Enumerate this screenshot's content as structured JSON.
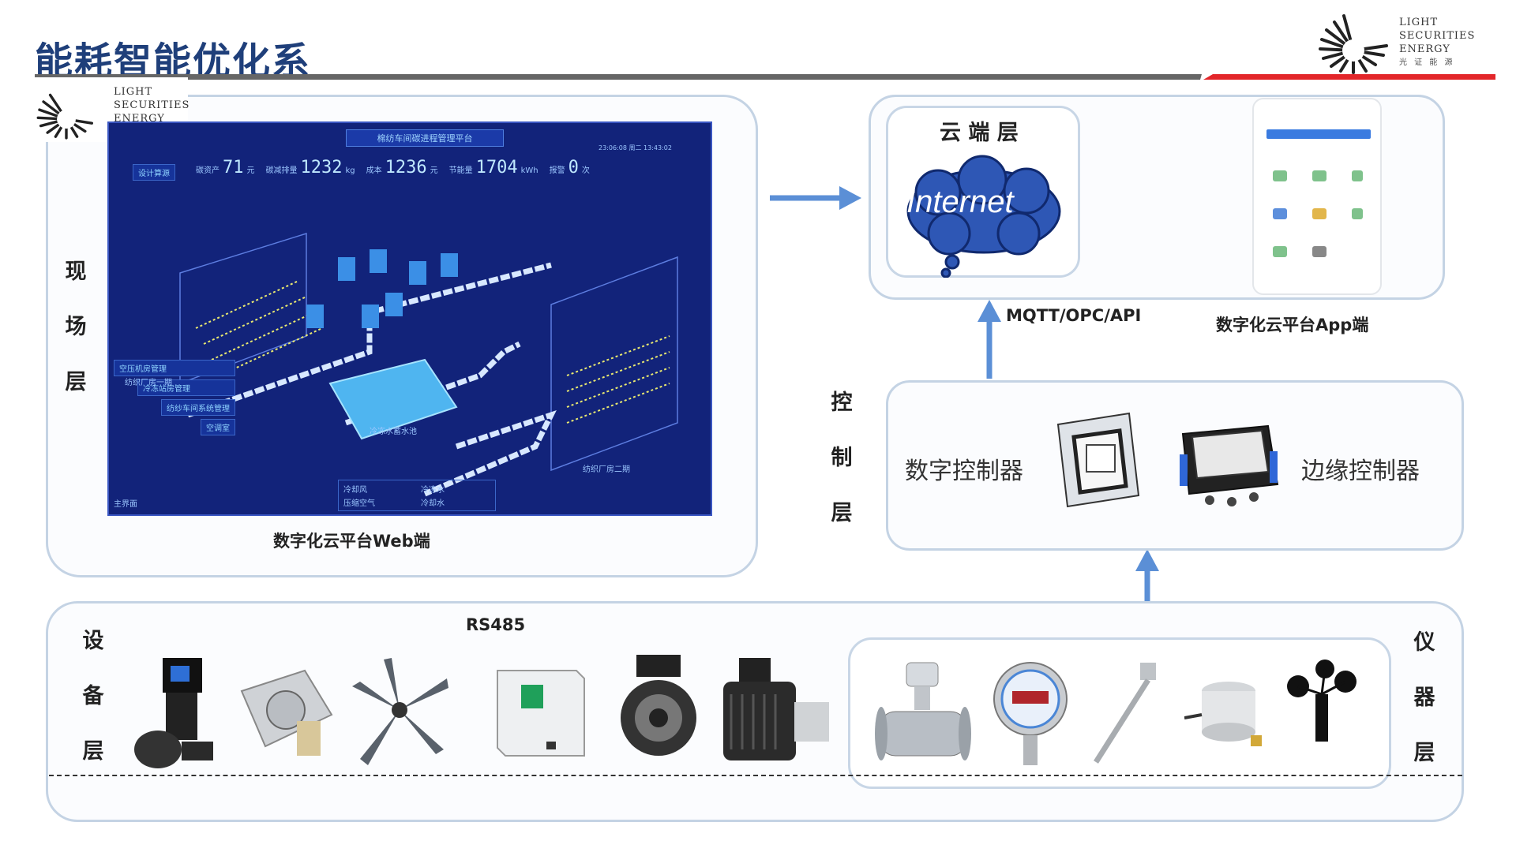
{
  "title": "能耗智能优化系",
  "logo": {
    "line1": "LIGHT",
    "line2": "SECURITIES",
    "line3": "ENERGY",
    "line4": "光 证 能 源"
  },
  "layers": {
    "field": {
      "label_chars": [
        "现",
        "场",
        "层"
      ],
      "caption": "数字化云平台Web端"
    },
    "cloud": {
      "title": "云 端 层",
      "cloud_text": "Internet",
      "app_caption": "数字化云平台App端"
    },
    "protocol": "MQTT/OPC/API",
    "control": {
      "label_chars": [
        "控",
        "制",
        "层"
      ],
      "digital_controller": "数字控制器",
      "edge_controller": "边缘控制器"
    },
    "equipment": {
      "label_chars": [
        "设",
        "备",
        "层"
      ],
      "bus": "RS485"
    },
    "instrument": {
      "label_chars": [
        "仪",
        "器",
        "层"
      ]
    }
  },
  "dashboard": {
    "title": "棉纺车间碳进程管理平台",
    "timestamp": "23:06:08 周二  13:43:02",
    "menu_top": "设计算源",
    "kpis": [
      {
        "label": "碳资产",
        "value": "71",
        "unit": "元"
      },
      {
        "label": "碳减排量",
        "value": "1232",
        "unit": "kg"
      },
      {
        "label": "成本",
        "value": "1236",
        "unit": "元"
      },
      {
        "label": "节能量",
        "value": "1704",
        "unit": "kWh"
      },
      {
        "label": "报警",
        "value": "0",
        "unit": "次"
      }
    ],
    "side_menu": [
      "空压机房管理",
      "冷冻站房管理",
      "纺纱车间系统管理",
      "空调室"
    ],
    "areas": [
      "纺织厂房一期",
      "冷冻水蓄水池",
      "纺织厂房二期",
      "主界面"
    ],
    "legend": [
      "冷却风",
      "冷冻水",
      "压缩空气",
      "冷却水"
    ]
  },
  "colors": {
    "title": "#1f3f7a",
    "panel_border": "#c4d3e4",
    "arrow": "#5b8fd6",
    "dashboard_bg": "#12237a",
    "header_red": "#e3262a",
    "header_gray": "#666666"
  }
}
